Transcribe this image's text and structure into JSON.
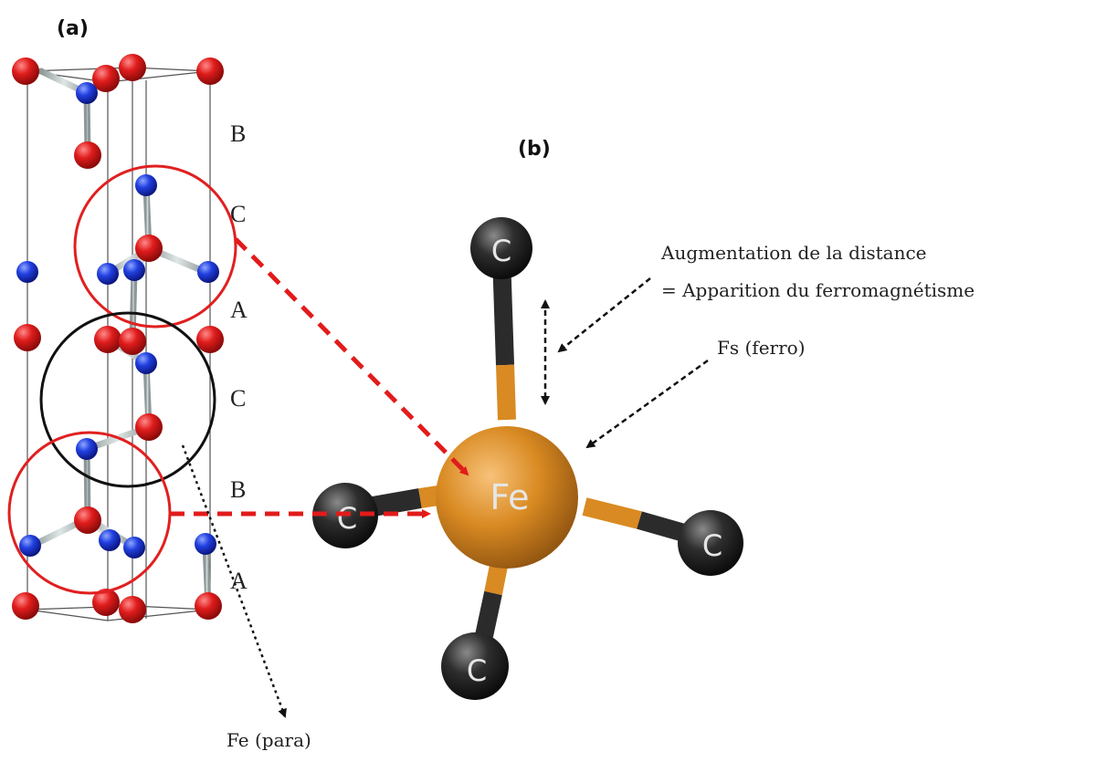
{
  "panel_a": {
    "label": "(a)",
    "layers": [
      "B",
      "C",
      "A",
      "C",
      "B",
      "A"
    ]
  },
  "panel_b": {
    "label": "(b)",
    "center_atom": "Fe",
    "ligand_atom": "C"
  },
  "annotations": {
    "distance_line1": "Augmentation de la distance",
    "distance_line2": "= Apparition du ferromagnétisme",
    "fs": "Fs (ferro)",
    "fe_para": "Fe (para)"
  },
  "colors": {
    "oxygen_red": "#d41a1a",
    "nitrogen_blue": "#1f3fd6",
    "fe_orange": "#d98a22",
    "carbon_dark": "#2b2b2b",
    "bond_gray": "#b9c2c2",
    "arrow_red": "#e21b1b",
    "circle_red": "#e02020"
  }
}
